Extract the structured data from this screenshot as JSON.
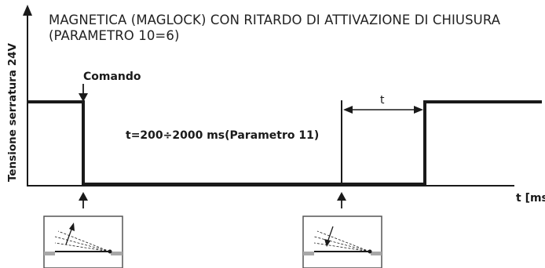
{
  "title": {
    "line1": "MAGNETICA (MAGLOCK) CON RITARDO DI ATTIVAZIONE DI CHIUSURA",
    "line2": "(PARAMETRO 10=6)"
  },
  "axes": {
    "y_label": "Tensione serratura 24V",
    "x_label": "t [ms"
  },
  "annotations": {
    "command": "Comando",
    "delay": "t=200÷2000 ms(Parametro 11)",
    "t_marker": "t"
  },
  "icons": {
    "left": "door-opening-icon",
    "right": "door-closing-icon"
  }
}
